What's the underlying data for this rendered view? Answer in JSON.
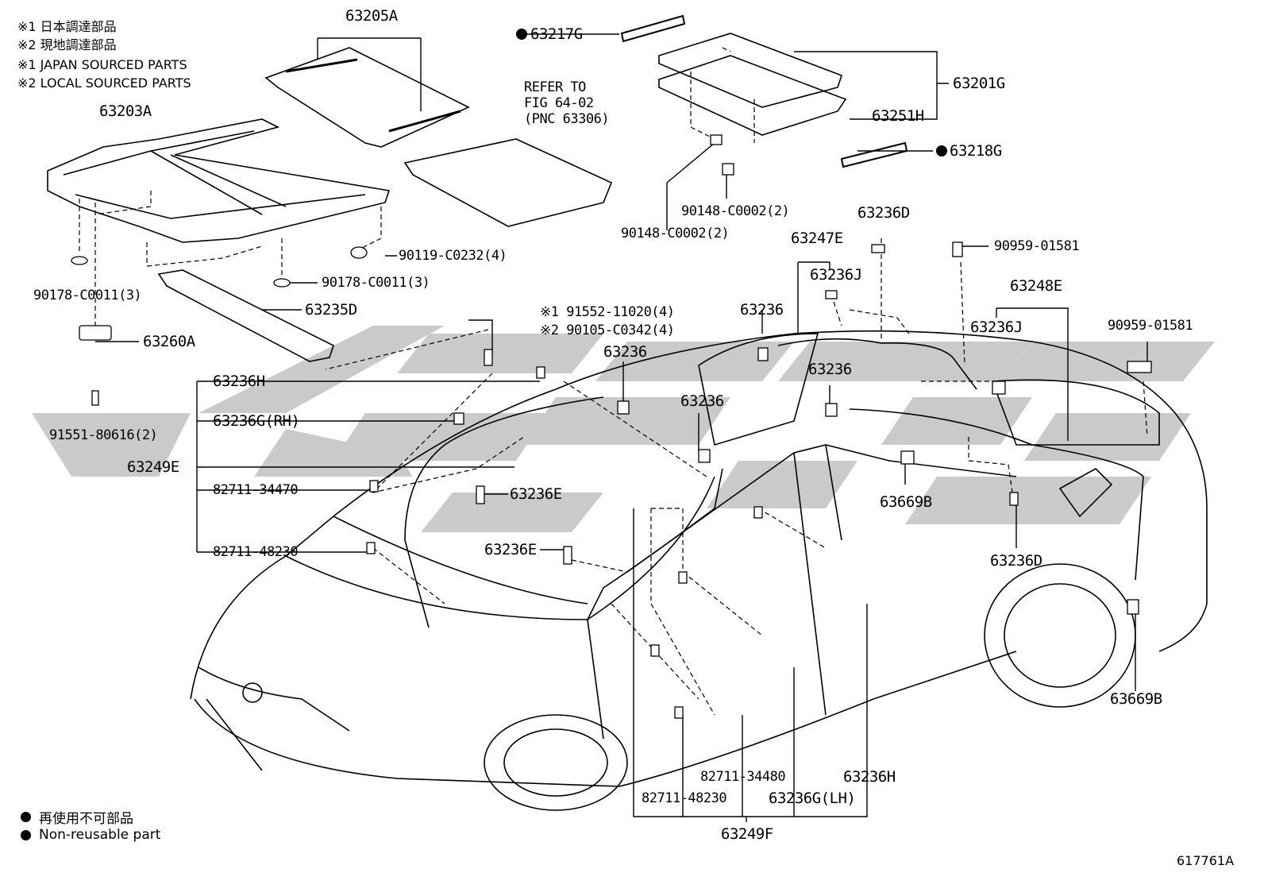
{
  "notes": [
    "※1 日本調達部品",
    "※2 現地調達部品",
    "※1 JAPAN SOURCED PARTS",
    "※2 LOCAL SOURCED PARTS"
  ],
  "refer": [
    "REFER TO",
    "FIG 64-02",
    "(PNC 63306)"
  ],
  "parts": {
    "p63205A": "63205A",
    "p63203A": "63203A",
    "p63217G": "63217G",
    "p63201G": "63201G",
    "p63251H": "63251H",
    "p63218G": "63218G",
    "p90148_1": "90148-C0002(2)",
    "p90148_2": "90148-C0002(2)",
    "p90119": "90119-C0232(4)",
    "p90178_1": "90178-C0011(3)",
    "p90178_2": "90178-C0011(3)",
    "p63235D": "63235D",
    "p63260A": "63260A",
    "p91551": "91551-80616(2)",
    "p91552": "※1 91552-11020(4)",
    "p90105": "※2 90105-C0342(4)",
    "p63236D_top": "63236D",
    "p63247E": "63247E",
    "p63236J_1": "63236J",
    "p90959_1": "90959-01581",
    "p63248E": "63248E",
    "p63236J_2": "63236J",
    "p90959_2": "90959-01581",
    "p63236_a": "63236",
    "p63236_b": "63236",
    "p63236_c": "63236",
    "p63236_d": "63236",
    "p63236H_left": "63236H",
    "p63236G_RH": "63236G(RH)",
    "p63249E": "63249E",
    "p82711_34470_l": "82711-34470",
    "p63236E_1": "63236E",
    "p82711_48230_l": "82711-48230",
    "p63236E_2": "63236E",
    "p63669B_1": "63669B",
    "p63236D_low": "63236D",
    "p63669B_2": "63669B",
    "p82711_34480": "82711-34480",
    "p82711_48230_b": "82711-48230",
    "p63236G_LH": "63236G(LH)",
    "p63236H_right": "63236H",
    "p63249F": "63249F"
  },
  "legend": {
    "jp": "再使用不可部品",
    "en": "Non-reusable part"
  },
  "figure_id": "617761A",
  "colors": {
    "line": "#000000",
    "watermark": "#c8c8c8",
    "background": "#ffffff"
  }
}
